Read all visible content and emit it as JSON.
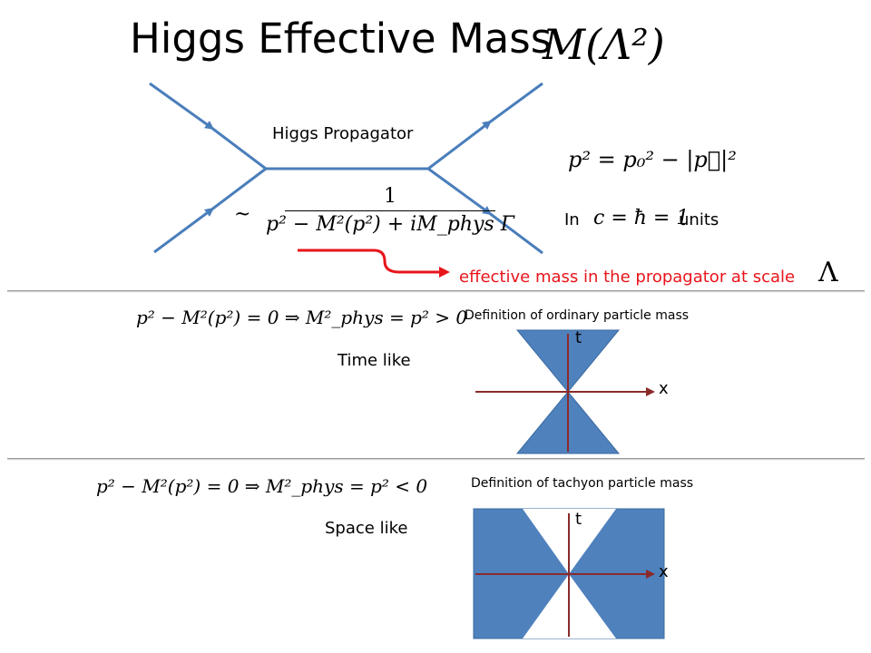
{
  "slide": {
    "title": "Higgs Effective Mass",
    "title_formula": "M(Λ²)"
  },
  "propagator": {
    "label": "Higgs Propagator",
    "prefix": "~",
    "numerator": "1",
    "denominator": "p² − M²(p²) + iM_phys Γ"
  },
  "momentum": {
    "formula": "p² = p₀² − |p⃗|²"
  },
  "units": {
    "in_label": "In",
    "formula": "c = ħ = 1",
    "units_label": "units"
  },
  "annotation": {
    "text": "effective mass in the propagator at scale",
    "symbol": "Λ",
    "color": "#e8141b"
  },
  "timelike": {
    "equation": "p² − M²(p²) = 0   ⇒   M²_phys = p² > 0",
    "definition": "Definition of ordinary particle mass",
    "label": "Time like",
    "axis_t": "t",
    "axis_x": "x"
  },
  "spacelike": {
    "equation": "p² − M²(p²) = 0   ⇒   M²_phys = p² < 0",
    "definition": "Definition of tachyon particle mass",
    "label": "Space like",
    "axis_t": "t",
    "axis_x": "x"
  },
  "colors": {
    "line_blue": "#4a7ebb",
    "fill_blue": "#4f81bd",
    "axis_dark_red": "#8b2a2a",
    "annotation_red": "#e8141b"
  }
}
